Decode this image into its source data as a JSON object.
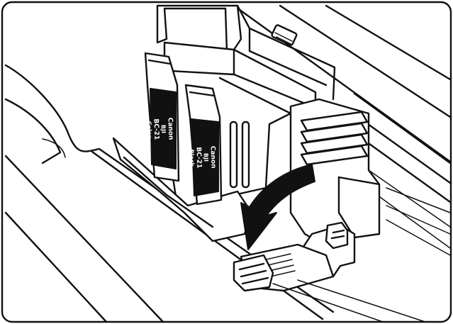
{
  "cartridges": [
    {
      "brand": "Canon",
      "lines": [
        "BJI",
        "BC-21",
        "Color"
      ]
    },
    {
      "brand": "Canon",
      "lines": [
        "BJI",
        "BC-21",
        "Black"
      ]
    }
  ],
  "colors": {
    "line": "#111111",
    "paper": "#ffffff",
    "label": "#111111"
  }
}
